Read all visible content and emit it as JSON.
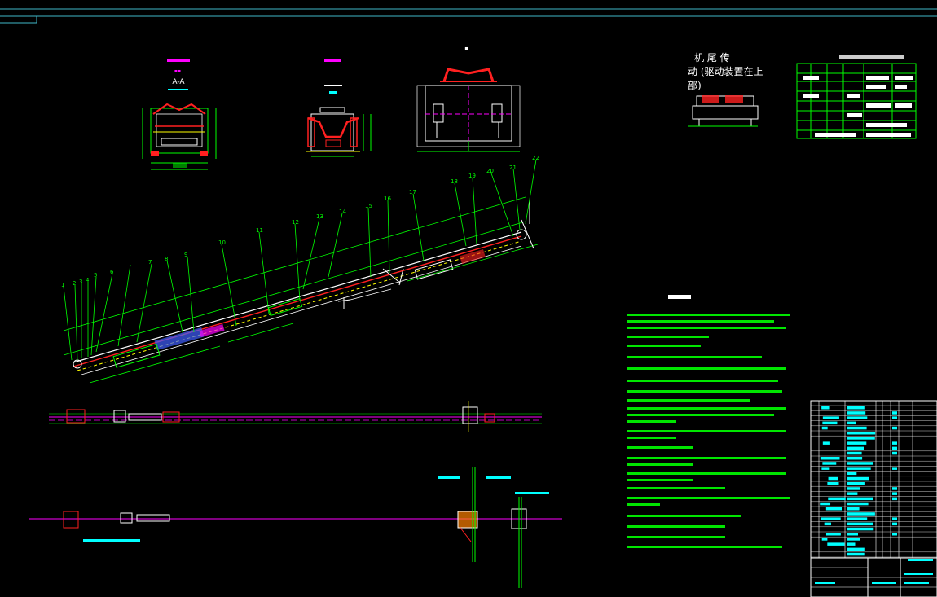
{
  "drawing": {
    "background": "#000000",
    "colors": {
      "frame": "#3fb8c8",
      "green": "#00ff00",
      "red": "#ff2020",
      "white": "#ffffff",
      "cyan": "#00ffff",
      "magenta": "#ff00ff",
      "yellow": "#ffff00",
      "orange": "#ff8000",
      "blue": "#4060ff"
    },
    "views": {
      "section_aa": {
        "label": "A-A"
      },
      "drive_note": {
        "line1": "机  尾  传",
        "line2": "动  (驱动装置在上",
        "line3": "部)"
      }
    },
    "callouts": [
      "1",
      "2",
      "3",
      "4",
      "5",
      "6",
      "7",
      "8",
      "9",
      "10",
      "11",
      "12",
      "13",
      "14",
      "15",
      "16",
      "17",
      "18",
      "19",
      "20",
      "21",
      "22"
    ]
  }
}
